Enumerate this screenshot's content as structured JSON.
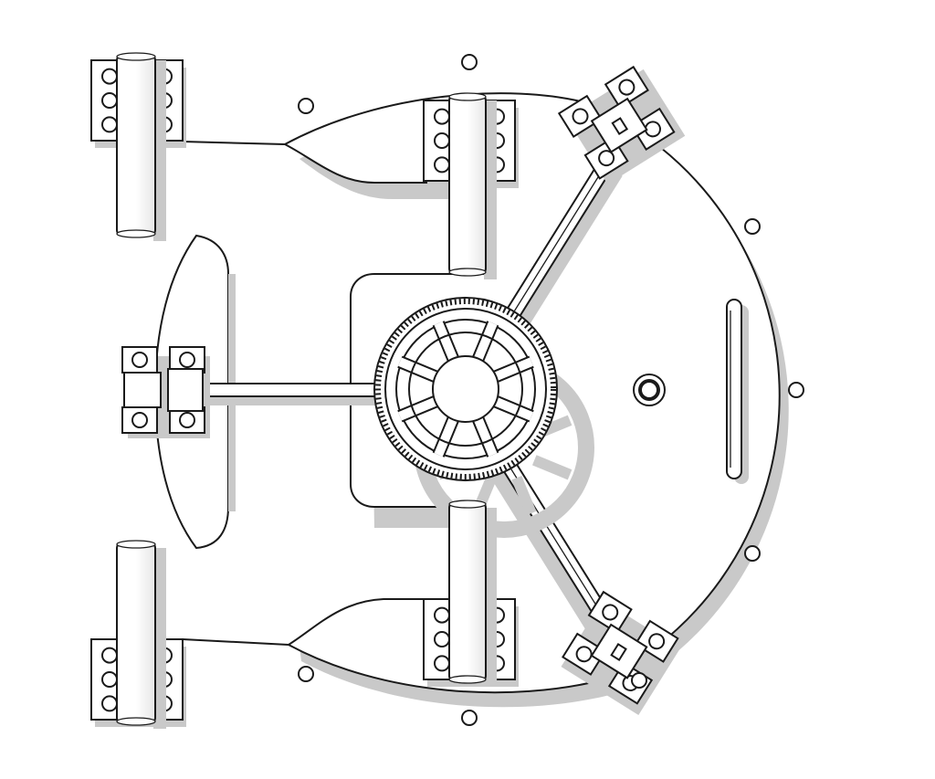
{
  "drawing": {
    "subject": "vault-door-line-art",
    "colors": {
      "ink": "#1a1a1a",
      "paper": "#ffffff",
      "shadow": "#c9c9c9",
      "cylinder_shade": "#e6e6e6"
    },
    "components": {
      "wheel_spokes": 8,
      "hinge_plates": 4,
      "latch_bolt_arms": 3,
      "bolt_holes_per_plate": 6,
      "rim_rivets": 8
    }
  }
}
